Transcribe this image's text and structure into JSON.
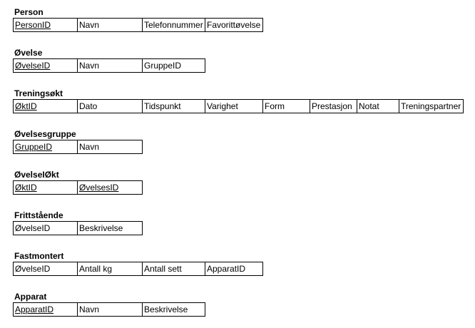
{
  "relations": [
    {
      "name": "Person",
      "attributes": [
        {
          "label": "PersonID",
          "key": true
        },
        {
          "label": "Navn",
          "key": false
        },
        {
          "label": "Telefonnummer",
          "key": false
        },
        {
          "label": "Favorittøvelse",
          "key": false
        }
      ]
    },
    {
      "name": "Øvelse",
      "attributes": [
        {
          "label": "ØvelseID",
          "key": true
        },
        {
          "label": "Navn",
          "key": false
        },
        {
          "label": "GruppeID",
          "key": false
        }
      ]
    },
    {
      "name": "Treningsøkt",
      "attributes": [
        {
          "label": "ØktID",
          "key": true
        },
        {
          "label": "Dato",
          "key": false
        },
        {
          "label": "Tidspunkt",
          "key": false
        },
        {
          "label": "Varighet",
          "key": false
        },
        {
          "label": "Form",
          "key": false
        },
        {
          "label": "Prestasjon",
          "key": false
        },
        {
          "label": "Notat",
          "key": false
        },
        {
          "label": "Treningspartner",
          "key": false
        }
      ]
    },
    {
      "name": "Øvelsesgruppe",
      "attributes": [
        {
          "label": "GruppeID",
          "key": true
        },
        {
          "label": "Navn",
          "key": false
        }
      ]
    },
    {
      "name": "ØvelseIØkt",
      "attributes": [
        {
          "label": "ØktID",
          "key": true
        },
        {
          "label": "ØvelsesID",
          "key": true
        }
      ]
    },
    {
      "name": "Frittstående",
      "attributes": [
        {
          "label": "ØvelseID",
          "key": false
        },
        {
          "label": "Beskrivelse",
          "key": false
        }
      ]
    },
    {
      "name": "Fastmontert",
      "attributes": [
        {
          "label": "ØvelseID",
          "key": false
        },
        {
          "label": "Antall kg",
          "key": false
        },
        {
          "label": "Antall sett",
          "key": false
        },
        {
          "label": "ApparatID",
          "key": false
        }
      ]
    },
    {
      "name": "Apparat",
      "attributes": [
        {
          "label": "ApparatID",
          "key": true
        },
        {
          "label": "Navn",
          "key": false
        },
        {
          "label": "Beskrivelse",
          "key": false
        }
      ]
    }
  ]
}
